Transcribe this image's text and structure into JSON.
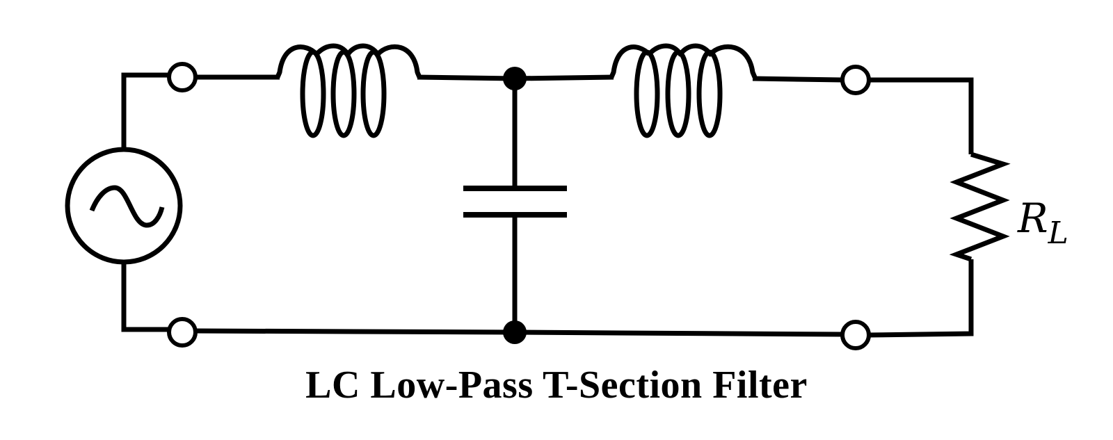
{
  "diagram": {
    "title": "LC Low-Pass T-Section Filter",
    "type": "circuit-schematic",
    "components": [
      {
        "id": "source",
        "kind": "AC voltage source",
        "symbol": "sine-wave-in-circle"
      },
      {
        "id": "L1",
        "kind": "inductor",
        "position": "series, input side"
      },
      {
        "id": "C",
        "kind": "capacitor",
        "position": "shunt, middle node"
      },
      {
        "id": "L2",
        "kind": "inductor",
        "position": "series, output side"
      },
      {
        "id": "RL",
        "kind": "load resistor",
        "label_main": "R",
        "label_sub": "L"
      }
    ],
    "terminals": [
      "input-top",
      "input-bottom",
      "output-top",
      "output-bottom"
    ],
    "junctions": [
      "top-middle-node",
      "bottom-middle-node"
    ],
    "load_label": {
      "main": "R",
      "sub": "L"
    }
  }
}
